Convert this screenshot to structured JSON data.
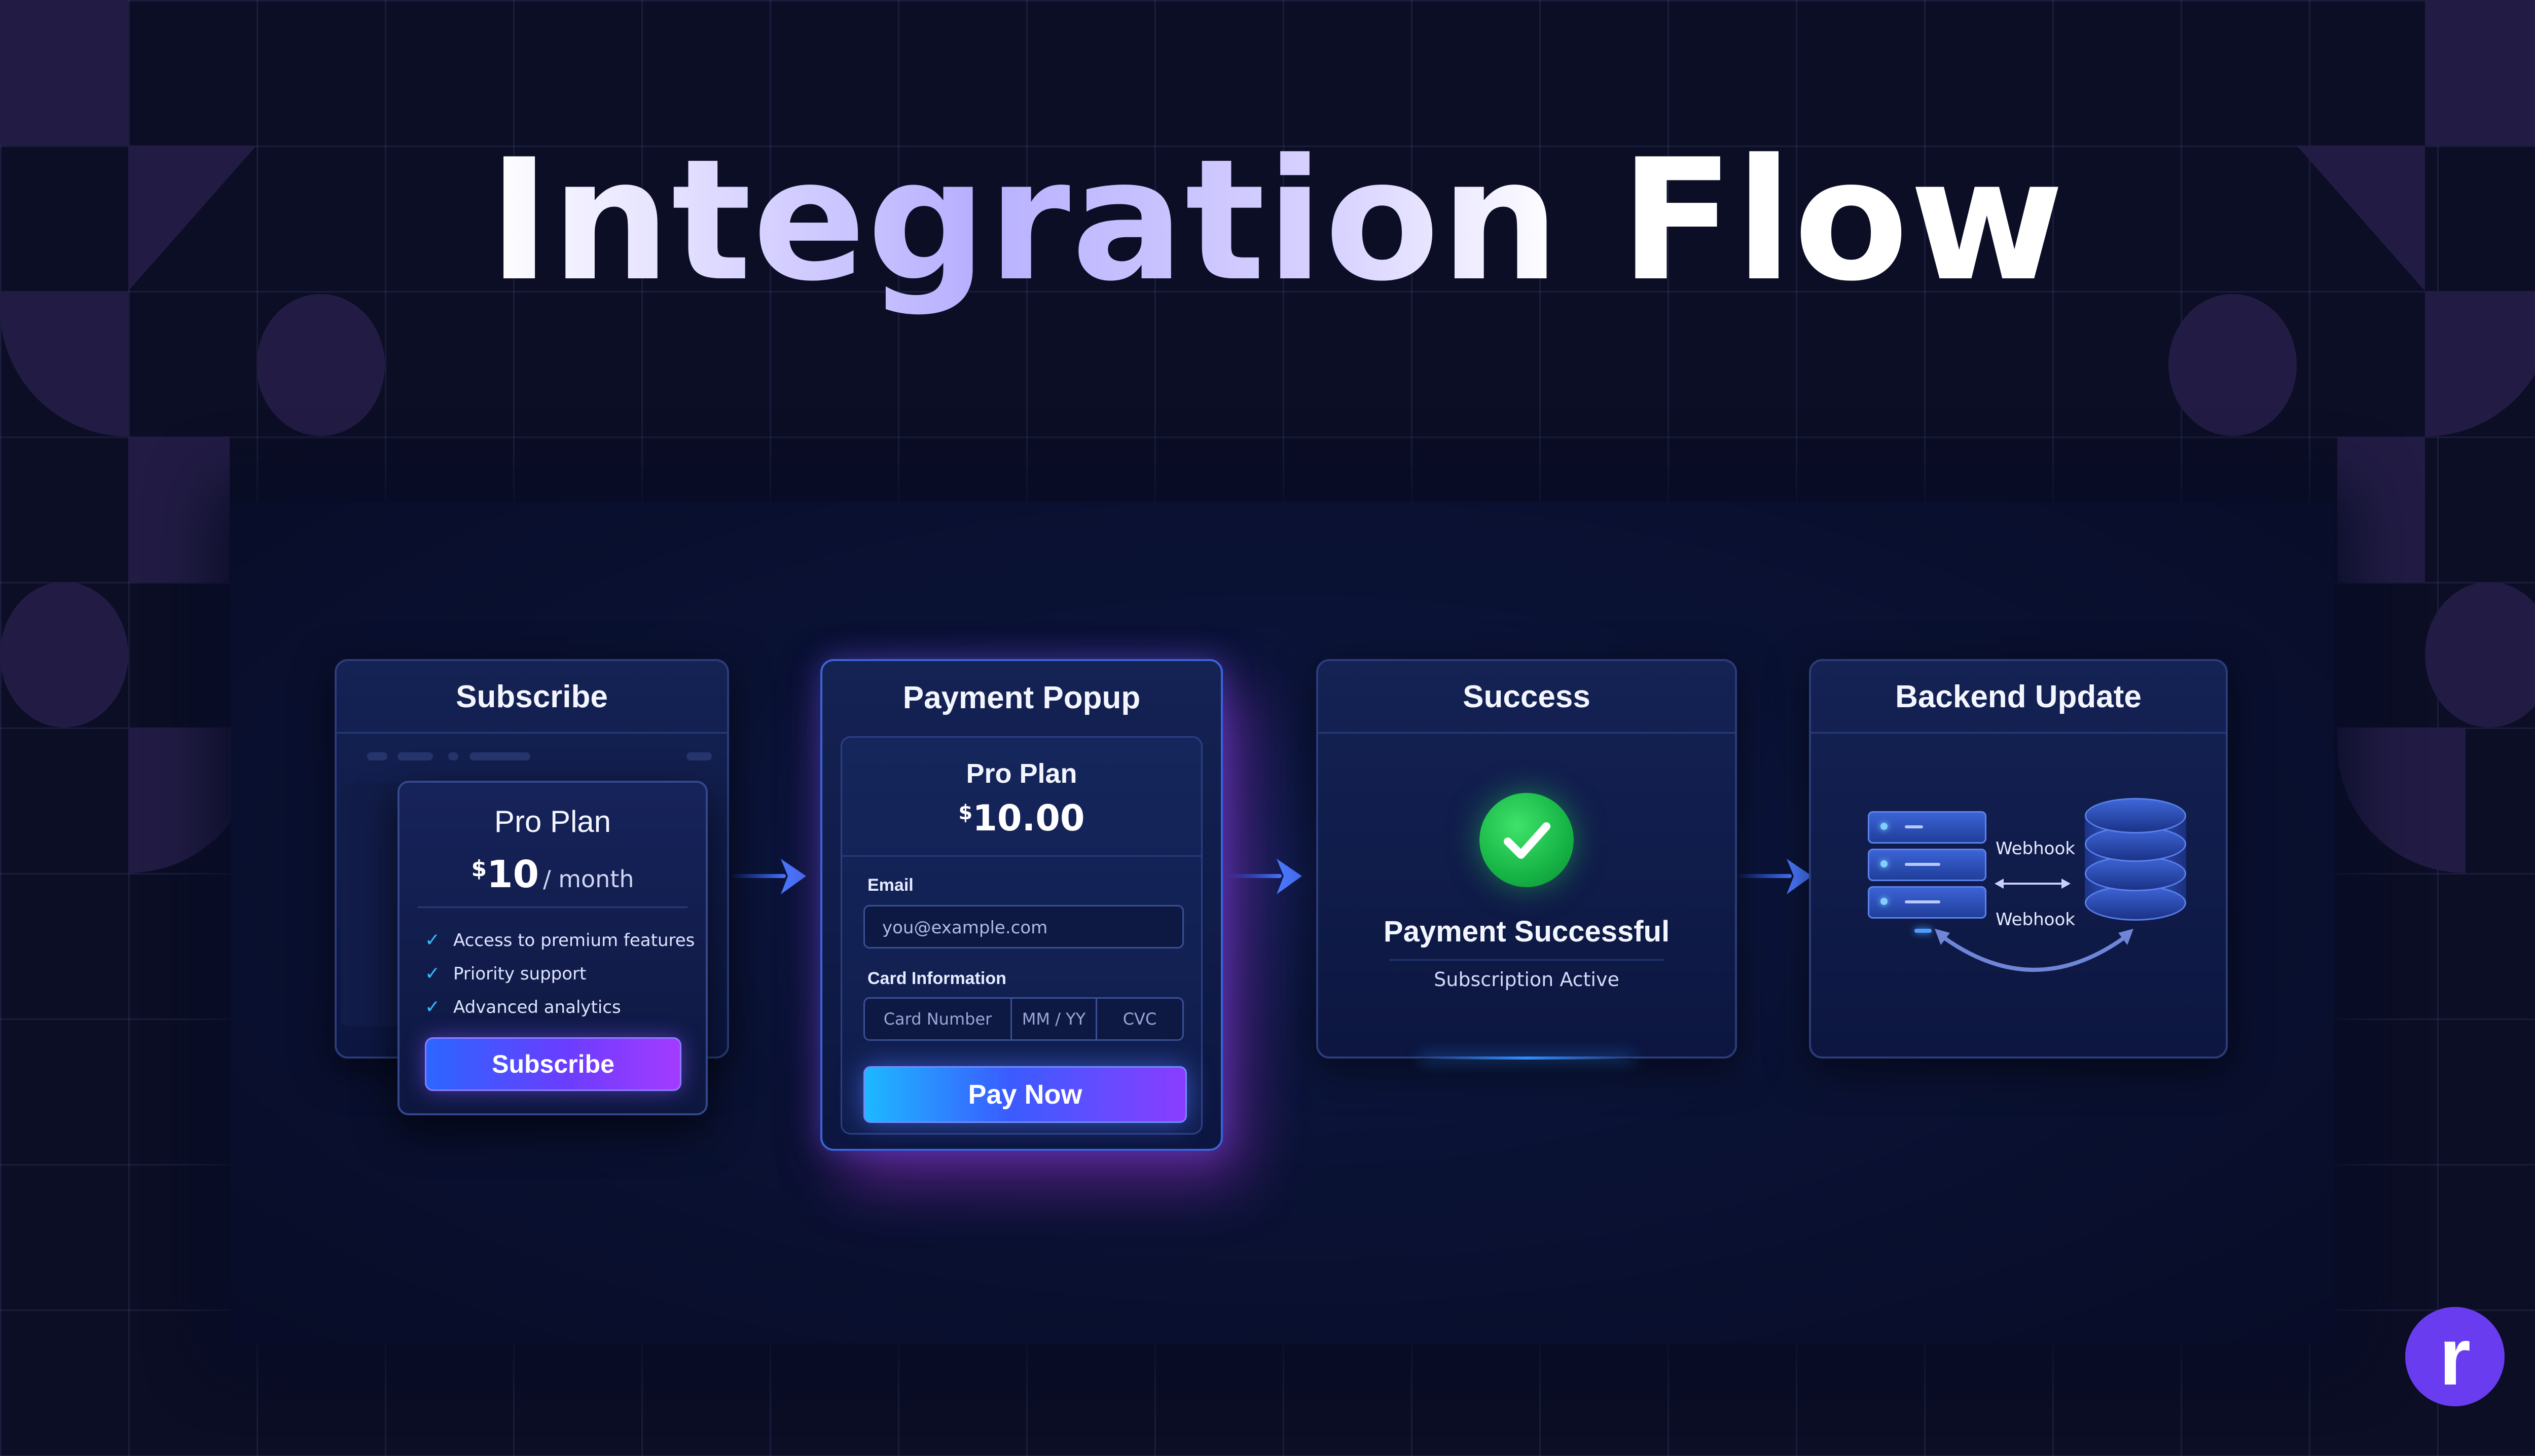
{
  "title": {
    "word1": "Integration",
    "word2": "Flow"
  },
  "steps": {
    "subscribe": {
      "heading": "Subscribe",
      "plan_name": "Pro Plan",
      "currency": "$",
      "amount": "10",
      "period": "/ month",
      "features": [
        "Access to premium features",
        "Priority support",
        "Advanced analytics"
      ],
      "button_label": "Subscribe"
    },
    "payment": {
      "heading": "Payment Popup",
      "plan_name": "Pro Plan",
      "currency": "$",
      "amount": "10.00",
      "email_label": "Email",
      "email_placeholder": "you@example.com",
      "card_label": "Card Information",
      "card_number_placeholder": "Card Number",
      "expiry_placeholder": "MM / YY",
      "cvc_placeholder": "CVC",
      "button_label": "Pay Now"
    },
    "success": {
      "heading": "Success",
      "message": "Payment Successful",
      "status": "Subscription Active"
    },
    "backend": {
      "heading": "Backend Update",
      "webhook_top": "Webhook",
      "webhook_bottom": "Webhook"
    }
  },
  "icons": {
    "feature_check": "check-icon",
    "success": "check-circle-icon",
    "server": "server-icon",
    "database": "database-icon",
    "arrow": "arrow-right-icon"
  },
  "colors": {
    "background": "#0b0e25",
    "accent_purple": "#6a3cf0",
    "accent_blue": "#2f6bff",
    "success_green": "#16b445"
  },
  "brand": {
    "logo_letter": "r"
  }
}
